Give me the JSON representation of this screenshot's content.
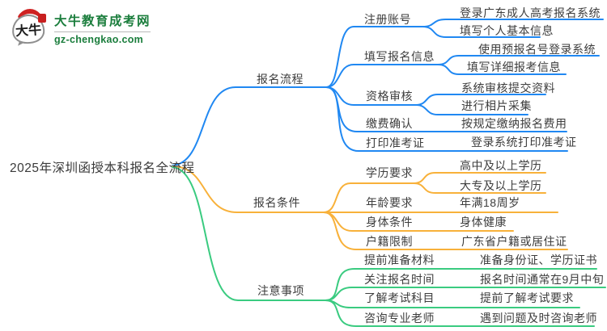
{
  "logo": {
    "icon_text": "大牛",
    "title": "大牛教育成考网",
    "url": "gz-chengkao.com",
    "brand_green": "#1a7d3c",
    "brand_red": "#cf2323"
  },
  "root": {
    "label": "2025年深圳函授本科报名全流程"
  },
  "branches": [
    {
      "label": "报名流程",
      "color": "#2088f2",
      "children": [
        {
          "label": "注册账号",
          "children": [
            {
              "label": "登录广东成人高考报名系统"
            },
            {
              "label": "填写个人基本信息"
            }
          ]
        },
        {
          "label": "填写报名信息",
          "children": [
            {
              "label": "使用预报名号登录系统"
            },
            {
              "label": "填写详细报考信息"
            }
          ]
        },
        {
          "label": "资格审核",
          "children": [
            {
              "label": "系统审核提交资料"
            },
            {
              "label": "进行相片采集"
            }
          ]
        },
        {
          "label": "缴费确认",
          "children": [
            {
              "label": "按规定缴纳报名费用"
            }
          ]
        },
        {
          "label": "打印准考证",
          "children": [
            {
              "label": "登录系统打印准考证"
            }
          ]
        }
      ]
    },
    {
      "label": "报名条件",
      "color": "#f8b13a",
      "children": [
        {
          "label": "学历要求",
          "children": [
            {
              "label": "高中及以上学历"
            },
            {
              "label": "大专及以上学历"
            }
          ]
        },
        {
          "label": "年龄要求",
          "children": [
            {
              "label": "年满18周岁"
            }
          ]
        },
        {
          "label": "身体条件",
          "children": [
            {
              "label": "身体健康"
            }
          ]
        },
        {
          "label": "户籍限制",
          "children": [
            {
              "label": "广东省户籍或居住证"
            }
          ]
        }
      ]
    },
    {
      "label": "注意事项",
      "color": "#3acb80",
      "children": [
        {
          "label": "提前准备材料",
          "children": [
            {
              "label": "准备身份证、学历证书"
            }
          ]
        },
        {
          "label": "关注报名时间",
          "children": [
            {
              "label": "报名时间通常在9月中旬"
            }
          ]
        },
        {
          "label": "了解考试科目",
          "children": [
            {
              "label": "提前了解考试要求"
            }
          ]
        },
        {
          "label": "咨询专业老师",
          "children": [
            {
              "label": "遇到问题及时咨询老师"
            }
          ]
        }
      ]
    }
  ]
}
